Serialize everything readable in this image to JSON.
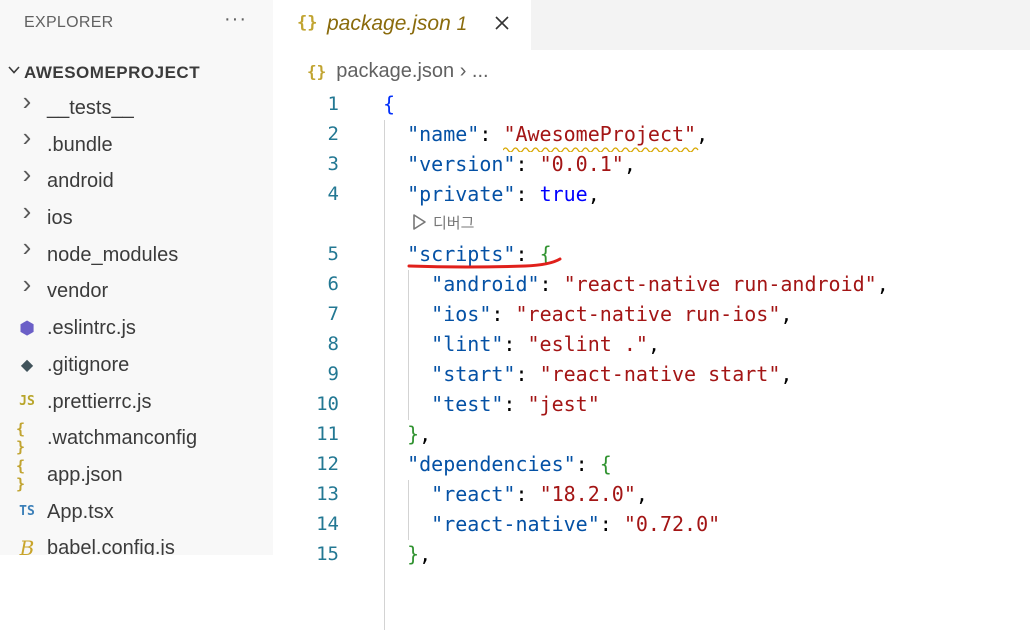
{
  "sidebar": {
    "title": "EXPLORER",
    "more": "···",
    "project": "AWESOMEPROJECT",
    "items": [
      {
        "label": "__tests__",
        "icon": "chevron-right-icon",
        "glyph": "›",
        "color": "#5a5a5a"
      },
      {
        "label": ".bundle",
        "icon": "chevron-right-icon",
        "glyph": "›",
        "color": "#5a5a5a"
      },
      {
        "label": "android",
        "icon": "chevron-right-icon",
        "glyph": "›",
        "color": "#5a5a5a"
      },
      {
        "label": "ios",
        "icon": "chevron-right-icon",
        "glyph": "›",
        "color": "#5a5a5a"
      },
      {
        "label": "node_modules",
        "icon": "chevron-right-icon",
        "glyph": "›",
        "color": "#5a5a5a"
      },
      {
        "label": "vendor",
        "icon": "chevron-right-icon",
        "glyph": "›",
        "color": "#5a5a5a"
      },
      {
        "label": ".eslintrc.js",
        "icon": "eslint-icon",
        "glyph": "⬢",
        "color": "#6b5fc7"
      },
      {
        "label": ".gitignore",
        "icon": "git-icon",
        "glyph": "◆",
        "color": "#41535b"
      },
      {
        "label": ".prettierrc.js",
        "icon": "js-icon",
        "glyph": "JS",
        "color": "#b8a52a"
      },
      {
        "label": ".watchmanconfig",
        "icon": "json-icon",
        "glyph": "{ }",
        "color": "#c1a431"
      },
      {
        "label": "app.json",
        "icon": "json-icon",
        "glyph": "{ }",
        "color": "#c1a431"
      },
      {
        "label": "App.tsx",
        "icon": "ts-icon",
        "glyph": "TS",
        "color": "#3b7fb8"
      },
      {
        "label": "babel.config.js",
        "icon": "babel-icon",
        "glyph": "B",
        "color": "#c9a52c"
      }
    ]
  },
  "tab": {
    "icon_glyph": "{}",
    "label": "package.json",
    "problems": "1"
  },
  "breadcrumb": {
    "icon_glyph": "{}",
    "file": "package.json",
    "sep": " › ",
    "rest": "..."
  },
  "codelens": {
    "label": "디버그"
  },
  "code": [
    {
      "n": "1",
      "tokens": [
        [
          "br1",
          "{"
        ]
      ]
    },
    {
      "n": "2",
      "tokens": [
        [
          "p",
          "  "
        ],
        [
          "k",
          "\"name\""
        ],
        [
          "p",
          ": "
        ],
        [
          "s",
          "\"AwesomeProject\""
        ],
        [
          "p",
          ","
        ]
      ]
    },
    {
      "n": "3",
      "tokens": [
        [
          "p",
          "  "
        ],
        [
          "k",
          "\"version\""
        ],
        [
          "p",
          ": "
        ],
        [
          "s",
          "\"0.0.1\""
        ],
        [
          "p",
          ","
        ]
      ]
    },
    {
      "n": "4",
      "tokens": [
        [
          "p",
          "  "
        ],
        [
          "k",
          "\"private\""
        ],
        [
          "p",
          ": "
        ],
        [
          "b",
          "true"
        ],
        [
          "p",
          ","
        ]
      ]
    },
    {
      "n": "5",
      "tokens": [
        [
          "p",
          "  "
        ],
        [
          "k",
          "\"scripts\""
        ],
        [
          "p",
          ": "
        ],
        [
          "br2",
          "{"
        ]
      ]
    },
    {
      "n": "6",
      "tokens": [
        [
          "p",
          "    "
        ],
        [
          "k",
          "\"android\""
        ],
        [
          "p",
          ": "
        ],
        [
          "s",
          "\"react-native run-android\""
        ],
        [
          "p",
          ","
        ]
      ]
    },
    {
      "n": "7",
      "tokens": [
        [
          "p",
          "    "
        ],
        [
          "k",
          "\"ios\""
        ],
        [
          "p",
          ": "
        ],
        [
          "s",
          "\"react-native run-ios\""
        ],
        [
          "p",
          ","
        ]
      ]
    },
    {
      "n": "8",
      "tokens": [
        [
          "p",
          "    "
        ],
        [
          "k",
          "\"lint\""
        ],
        [
          "p",
          ": "
        ],
        [
          "s",
          "\"eslint .\""
        ],
        [
          "p",
          ","
        ]
      ]
    },
    {
      "n": "9",
      "tokens": [
        [
          "p",
          "    "
        ],
        [
          "k",
          "\"start\""
        ],
        [
          "p",
          ": "
        ],
        [
          "s",
          "\"react-native start\""
        ],
        [
          "p",
          ","
        ]
      ]
    },
    {
      "n": "10",
      "tokens": [
        [
          "p",
          "    "
        ],
        [
          "k",
          "\"test\""
        ],
        [
          "p",
          ": "
        ],
        [
          "s",
          "\"jest\""
        ]
      ]
    },
    {
      "n": "11",
      "tokens": [
        [
          "p",
          "  "
        ],
        [
          "br2",
          "}"
        ],
        [
          "p",
          ","
        ]
      ]
    },
    {
      "n": "12",
      "tokens": [
        [
          "p",
          "  "
        ],
        [
          "k",
          "\"dependencies\""
        ],
        [
          "p",
          ": "
        ],
        [
          "br2",
          "{"
        ]
      ]
    },
    {
      "n": "13",
      "tokens": [
        [
          "p",
          "    "
        ],
        [
          "k",
          "\"react\""
        ],
        [
          "p",
          ": "
        ],
        [
          "s",
          "\"18.2.0\""
        ],
        [
          "p",
          ","
        ]
      ]
    },
    {
      "n": "14",
      "tokens": [
        [
          "p",
          "    "
        ],
        [
          "k",
          "\"react-native\""
        ],
        [
          "p",
          ": "
        ],
        [
          "s",
          "\"0.72.0\""
        ]
      ]
    },
    {
      "n": "15",
      "tokens": [
        [
          "p",
          "  "
        ],
        [
          "br2",
          "}"
        ],
        [
          "p",
          ","
        ]
      ]
    }
  ],
  "colors": {
    "key": "#0451a5",
    "string": "#a31515",
    "boolean": "#0000ff",
    "line_number": "#237893",
    "annotation_red": "#e0201b",
    "squiggle": "#d7a700"
  }
}
